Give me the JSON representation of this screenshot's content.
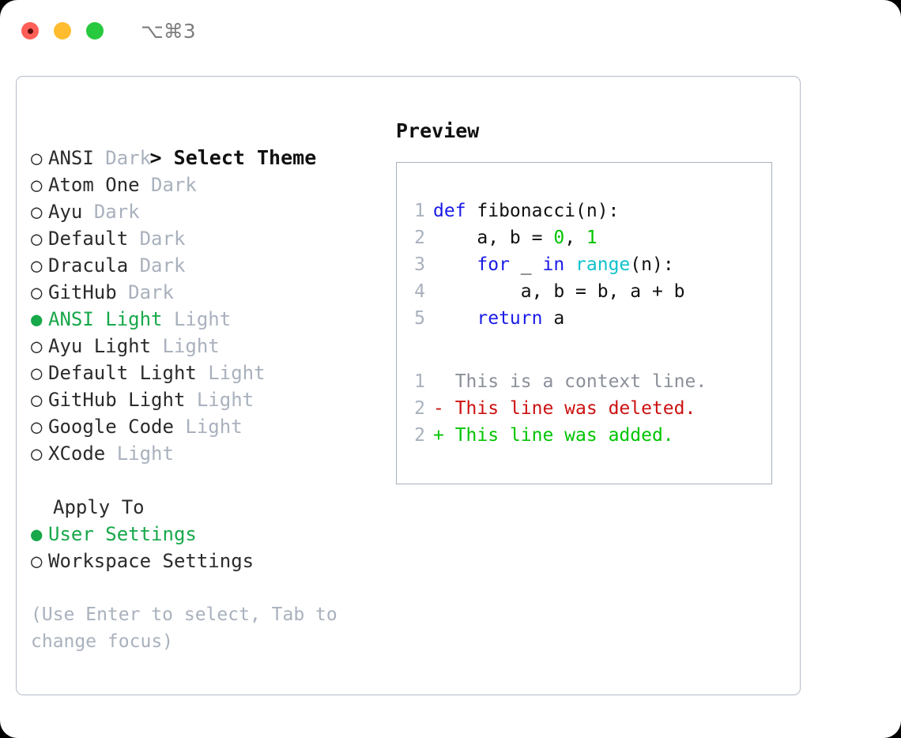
{
  "window": {
    "shortcut_label": "⌥⌘3",
    "traffic_lights": [
      {
        "name": "close",
        "color": "#ff5f56"
      },
      {
        "name": "minimize",
        "color": "#febc2e"
      },
      {
        "name": "maximize",
        "color": "#27c93f"
      }
    ]
  },
  "theme_picker": {
    "caret": ">",
    "title": "Select Theme",
    "selected_bullet": "●",
    "unselected_bullet": "○",
    "accent_color": "#17a84a",
    "muted_color": "#a9b1bd",
    "items": [
      {
        "bullet": "○",
        "name": "ANSI",
        "variant": "Dark",
        "selected": false
      },
      {
        "bullet": "○",
        "name": "Atom One",
        "variant": "Dark",
        "selected": false
      },
      {
        "bullet": "○",
        "name": "Ayu",
        "variant": "Dark",
        "selected": false
      },
      {
        "bullet": "○",
        "name": "Default",
        "variant": "Dark",
        "selected": false
      },
      {
        "bullet": "○",
        "name": "Dracula",
        "variant": "Dark",
        "selected": false
      },
      {
        "bullet": "○",
        "name": "GitHub",
        "variant": "Dark",
        "selected": false
      },
      {
        "bullet": "●",
        "name": "ANSI Light",
        "variant": "Light",
        "selected": true
      },
      {
        "bullet": "○",
        "name": "Ayu Light",
        "variant": "Light",
        "selected": false
      },
      {
        "bullet": "○",
        "name": "Default Light",
        "variant": "Light",
        "selected": false
      },
      {
        "bullet": "○",
        "name": "GitHub Light",
        "variant": "Light",
        "selected": false
      },
      {
        "bullet": "○",
        "name": "Google Code",
        "variant": "Light",
        "selected": false
      },
      {
        "bullet": "○",
        "name": "XCode",
        "variant": "Light",
        "selected": false
      }
    ]
  },
  "apply_to": {
    "title": "Apply To",
    "items": [
      {
        "bullet": "●",
        "label": "User Settings",
        "selected": true
      },
      {
        "bullet": "○",
        "label": "Workspace Settings",
        "selected": false
      }
    ]
  },
  "hint": "(Use Enter to select, Tab to change focus)",
  "preview": {
    "title": "Preview",
    "code": [
      {
        "n": "1",
        "tokens": [
          {
            "t": "def",
            "c": "kw"
          },
          {
            "t": " fibonacci(n):",
            "c": "plain"
          }
        ]
      },
      {
        "n": "2",
        "tokens": [
          {
            "t": "    a, b = ",
            "c": "plain"
          },
          {
            "t": "0",
            "c": "num"
          },
          {
            "t": ", ",
            "c": "plain"
          },
          {
            "t": "1",
            "c": "num"
          }
        ]
      },
      {
        "n": "3",
        "tokens": [
          {
            "t": "    ",
            "c": "plain"
          },
          {
            "t": "for",
            "c": "kw"
          },
          {
            "t": " _ ",
            "c": "plain"
          },
          {
            "t": "in",
            "c": "kw"
          },
          {
            "t": " ",
            "c": "plain"
          },
          {
            "t": "range",
            "c": "bi"
          },
          {
            "t": "(n):",
            "c": "plain"
          }
        ]
      },
      {
        "n": "4",
        "tokens": [
          {
            "t": "        a, b = b, a + b",
            "c": "plain"
          }
        ]
      },
      {
        "n": "5",
        "tokens": [
          {
            "t": "    ",
            "c": "plain"
          },
          {
            "t": "return",
            "c": "kw"
          },
          {
            "t": " a",
            "c": "plain"
          }
        ]
      }
    ],
    "diff": [
      {
        "n": "1",
        "marker": " ",
        "text": " This is a context line.",
        "kind": "ctx"
      },
      {
        "n": "2",
        "marker": "-",
        "text": " This line was deleted.",
        "kind": "del"
      },
      {
        "n": "2",
        "marker": "+",
        "text": " This line was added.",
        "kind": "add"
      }
    ],
    "colors": {
      "keyword": "#1a1ae8",
      "builtin": "#0fc2cc",
      "number": "#00c400",
      "text": "#111111",
      "lineno": "#a9b1bd",
      "diff_context": "#8a8f99",
      "diff_deleted": "#cc1111",
      "diff_added": "#00c400"
    }
  }
}
